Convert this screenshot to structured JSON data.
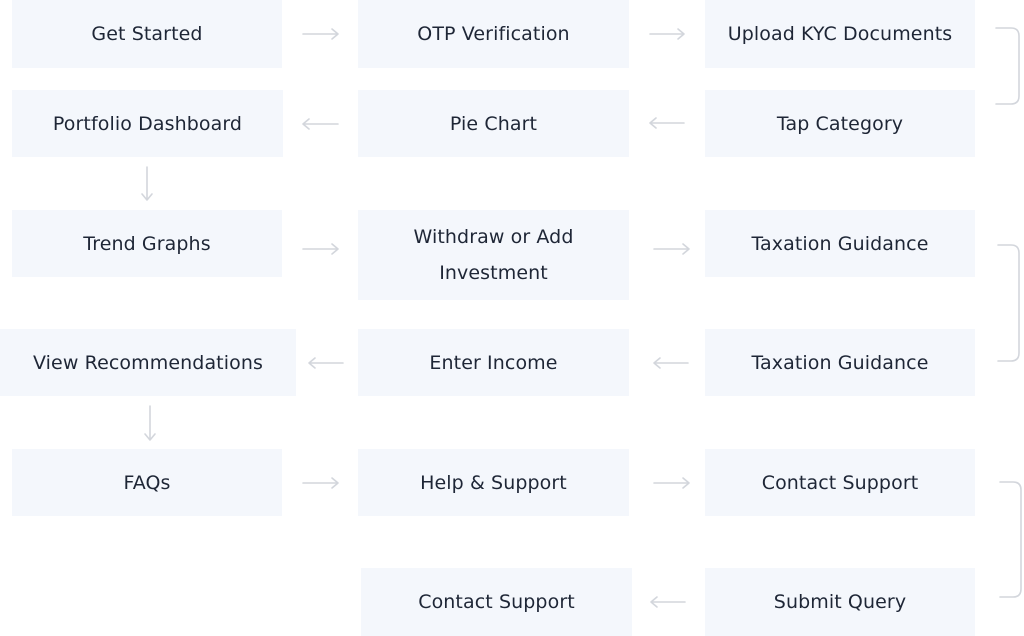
{
  "flow": {
    "row1": {
      "get_started": "Get Started",
      "otp_verification": "OTP Verification",
      "upload_kyc": "Upload KYC Documents"
    },
    "row2": {
      "portfolio_dashboard": "Portfolio Dashboard",
      "pie_chart": "Pie Chart",
      "tap_category": "Tap Category"
    },
    "row3": {
      "trend_graphs": "Trend Graphs",
      "withdraw_or_add": "Withdraw or Add Investment",
      "taxation_guidance_a": "Taxation Guidance"
    },
    "row4": {
      "view_recommendations": "View Recommendations",
      "enter_income": "Enter Income",
      "taxation_guidance_b": "Taxation Guidance"
    },
    "row5": {
      "faqs": "FAQs",
      "help_support": "Help & Support",
      "contact_support_a": "Contact Support"
    },
    "row6": {
      "contact_support_b": "Contact Support",
      "submit_query": "Submit Query"
    }
  },
  "colors": {
    "node_fill": "#f4f7fc",
    "node_text": "#1e2636",
    "connector": "#d3d6dc"
  }
}
